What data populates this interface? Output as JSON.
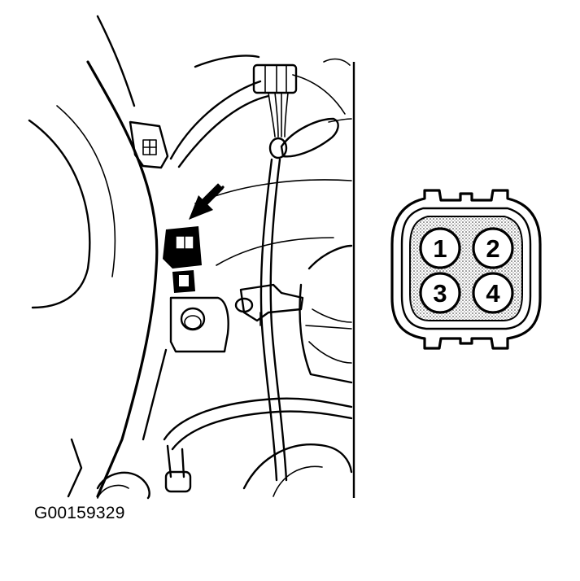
{
  "figure_id": "G00159329",
  "connector": {
    "pins": [
      {
        "label": "1"
      },
      {
        "label": "2"
      },
      {
        "label": "3"
      },
      {
        "label": "4"
      }
    ]
  }
}
